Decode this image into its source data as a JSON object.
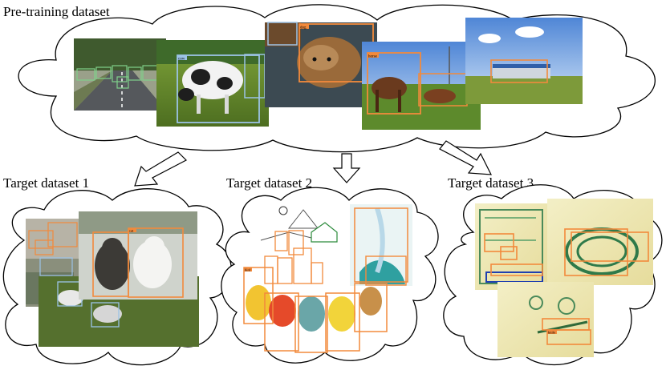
{
  "labels": {
    "pretrain": "Pre-training dataset",
    "target1": "Target dataset 1",
    "target2": "Target dataset 2",
    "target3": "Target dataset 3"
  },
  "box_tags": {
    "cow": "cow",
    "dog": "dog",
    "horse": "horse",
    "cat": "cat",
    "bird": "bird",
    "knife": "knife"
  },
  "colors": {
    "box_orange": "#f28a3c",
    "box_blue": "#9cc3e6",
    "box_green": "#7fd08a",
    "box_navy": "#1f3fb0"
  }
}
